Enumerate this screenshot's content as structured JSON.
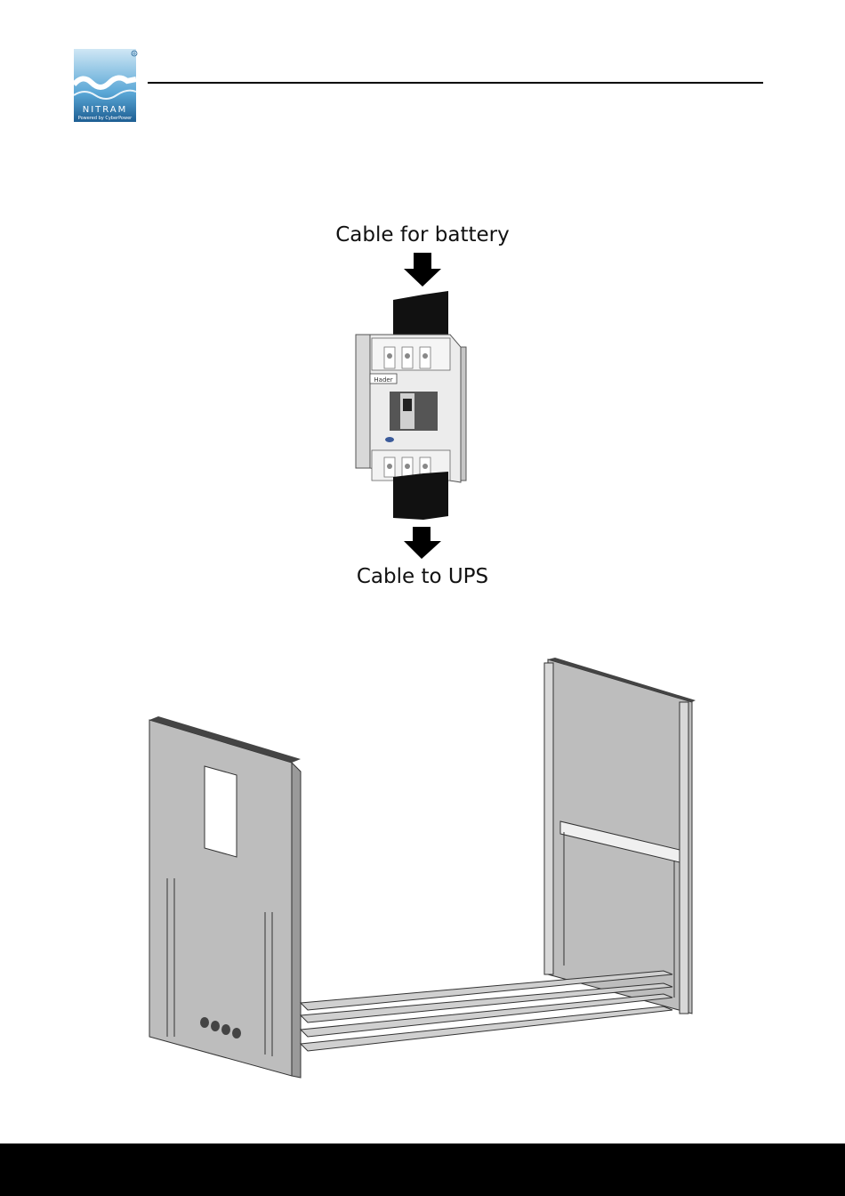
{
  "logo": {
    "brand": "NITRAM",
    "tagline": "Powered by CyberPower",
    "mark": "®"
  },
  "figure1": {
    "label_top": "Cable for battery",
    "label_bottom": "Cable to UPS",
    "breaker_brand": "Hader"
  },
  "icons": {
    "arrow_top": "arrow-down-icon",
    "arrow_bottom": "arrow-down-icon"
  }
}
